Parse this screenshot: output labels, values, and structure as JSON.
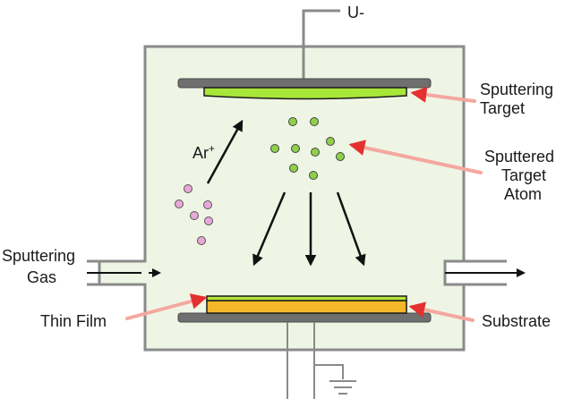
{
  "labels": {
    "voltage": "U-",
    "sputtering_target": [
      "Sputtering",
      "Target"
    ],
    "sputtered_atom": [
      "Sputtered",
      "Target",
      "Atom"
    ],
    "argon_ion": "Ar",
    "argon_ion_charge": "+",
    "sputtering_gas": [
      "Sputtering",
      "Gas"
    ],
    "thin_film": "Thin Film",
    "substrate": "Substrate"
  },
  "colors": {
    "chamber_fill": "#eef5e4",
    "wall": "#8a8a8a",
    "electrode": "#6f6f6f",
    "target": "#a8e63a",
    "film": "#b6e23c",
    "substrate_layer": "#f5b72a",
    "atom_fill": "#8fd04a",
    "ion_fill": "#e8a8d8",
    "pointer": "#f4a8a0",
    "pointer_head": "#e53030",
    "arrow": "#111111"
  }
}
